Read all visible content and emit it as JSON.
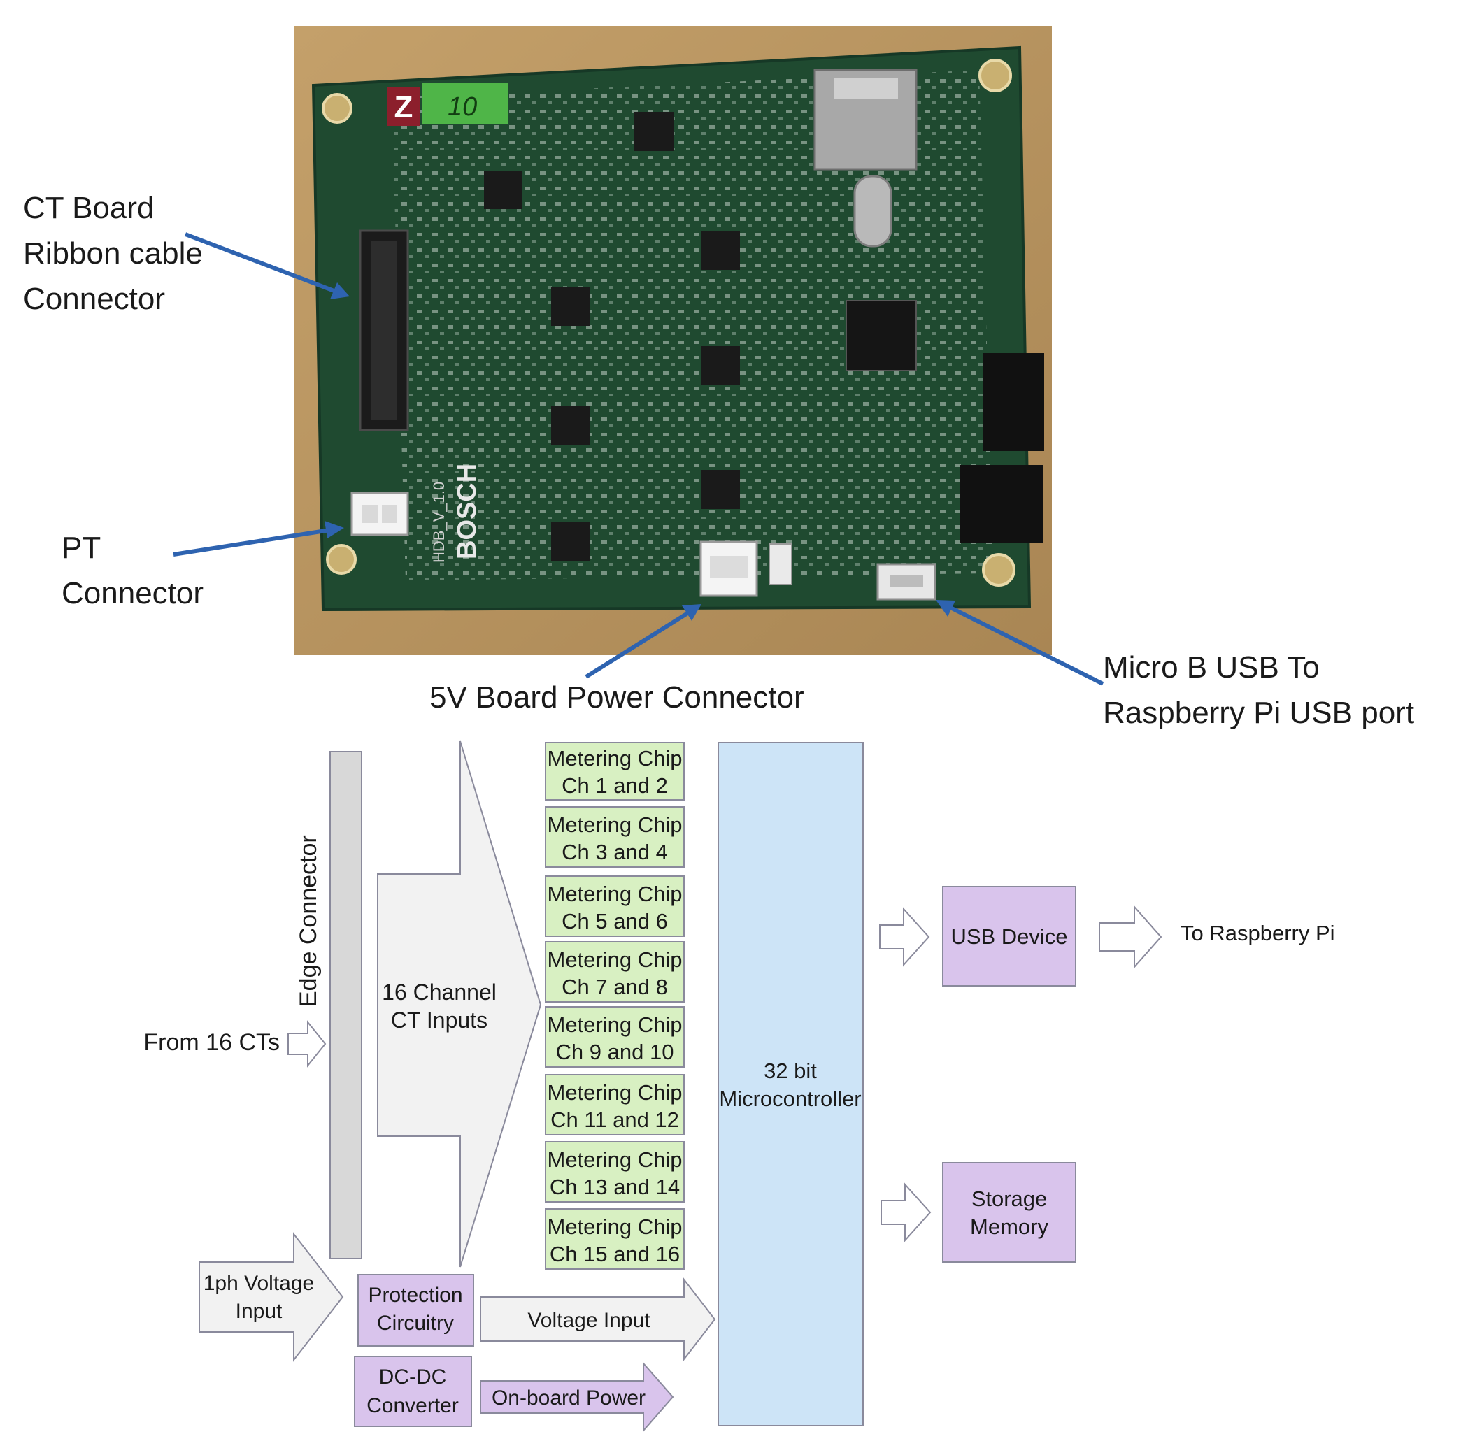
{
  "photo_callouts": {
    "ct_connector": [
      "CT Board",
      "Ribbon cable",
      "Connector"
    ],
    "pt_connector": [
      "PT",
      "Connector"
    ],
    "power_connector": "5V Board Power Connector",
    "usb_connector": [
      "Micro B USB To",
      "Raspberry Pi USB port"
    ]
  },
  "board": {
    "label_letter": "Z",
    "label_number": "10",
    "silkscreen_brand": "BOSCH",
    "silkscreen_version": "HDB_V_1.0"
  },
  "block_diagram": {
    "from_cts": "From 16 CTs",
    "edge_connector": "Edge Connector",
    "ct_inputs": [
      "16 Channel",
      "CT Inputs"
    ],
    "metering_chips": [
      [
        "Metering Chip",
        "Ch 1 and 2"
      ],
      [
        "Metering Chip",
        "Ch 3 and 4"
      ],
      [
        "Metering Chip",
        "Ch 5 and 6"
      ],
      [
        "Metering Chip",
        "Ch 7 and 8"
      ],
      [
        "Metering Chip",
        "Ch 9 and 10"
      ],
      [
        "Metering Chip",
        "Ch 11 and 12"
      ],
      [
        "Metering Chip",
        "Ch 13 and 14"
      ],
      [
        "Metering Chip",
        "Ch 15 and 16"
      ]
    ],
    "microcontroller": [
      "32 bit",
      "Microcontroller"
    ],
    "usb_device": "USB Device",
    "to_raspberry_pi": "To Raspberry Pi",
    "storage_memory": [
      "Storage",
      "Memory"
    ],
    "voltage_input_source": [
      "1ph Voltage",
      "Input"
    ],
    "protection_circuitry": [
      "Protection",
      "Circuitry"
    ],
    "voltage_input": "Voltage Input",
    "dcdc_converter": [
      "DC-DC",
      "Converter"
    ],
    "onboard_power": "On-board Power"
  },
  "colors": {
    "callout_arrow": "#2e63b0",
    "pcb_green": "#1f4a30",
    "wood_background": "#b8955f",
    "chip_green": "#d8f0c2",
    "microcontroller_blue": "#cde4f7",
    "purple_block": "#d9c4ec",
    "gray_bar": "#d8d8d8",
    "outline": "#8a8a9c"
  }
}
